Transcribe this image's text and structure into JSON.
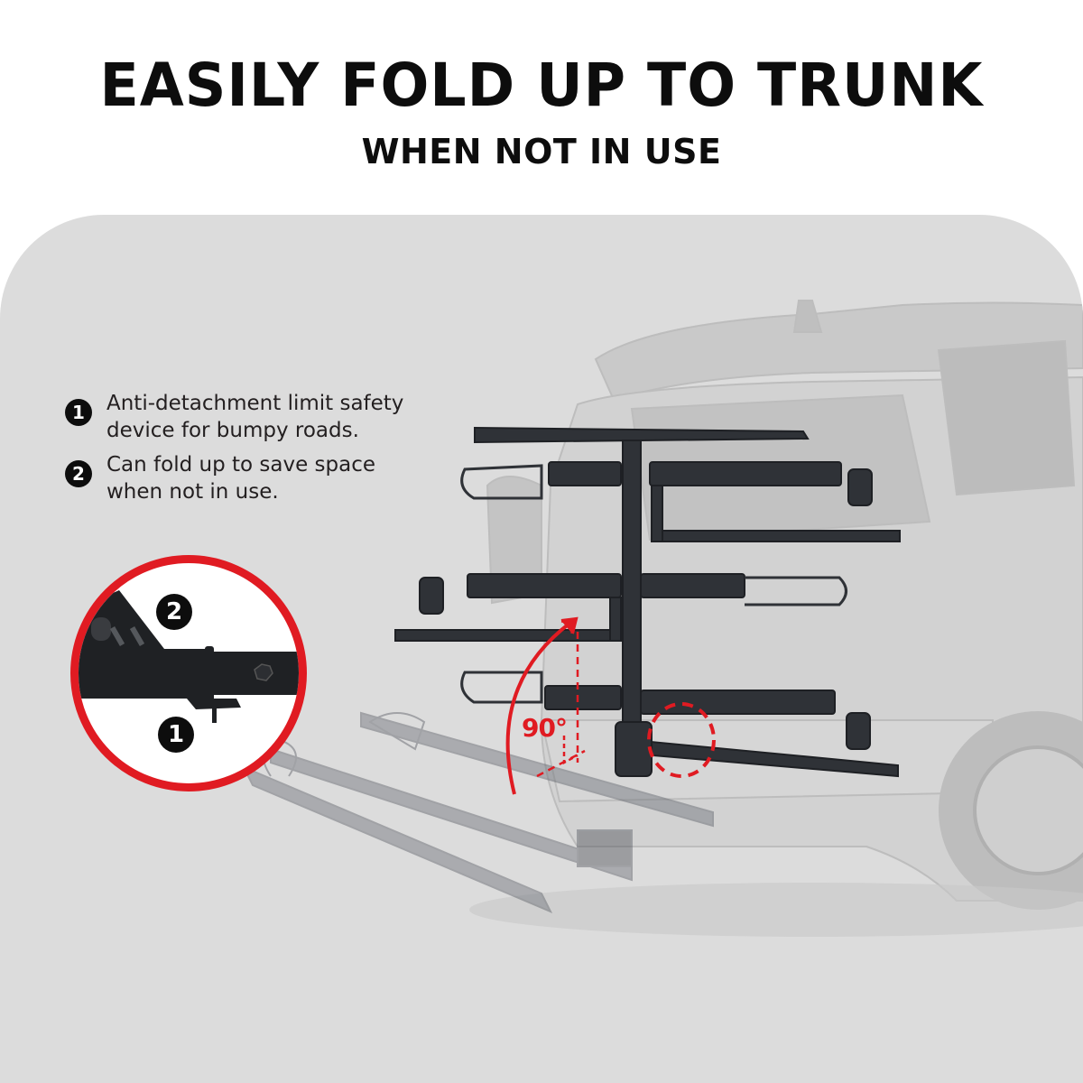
{
  "header": {
    "title": "EASILY FOLD UP TO TRUNK",
    "subtitle": "WHEN NOT IN USE"
  },
  "features": [
    {
      "number": "1",
      "text": "Anti-detachment limit safety\ndevice for bumpy roads."
    },
    {
      "number": "2",
      "text": "Can fold up to save space\nwhen not in use."
    }
  ],
  "detail_callout": {
    "labels": [
      {
        "number": "2",
        "refers_to": "fold pivot"
      },
      {
        "number": "1",
        "refers_to": "anti-detachment limit device"
      }
    ]
  },
  "diagram": {
    "fold_angle_label": "90°",
    "product": "4-bike hitch mount rack",
    "states": [
      "folded up (vertical)",
      "folded down (horizontal, faded)"
    ]
  },
  "colors": {
    "accent_red": "#e01b22",
    "panel_gray": "#dcdcdc",
    "text_black": "#0d0d0d",
    "rack_dark": "#2f3237"
  }
}
